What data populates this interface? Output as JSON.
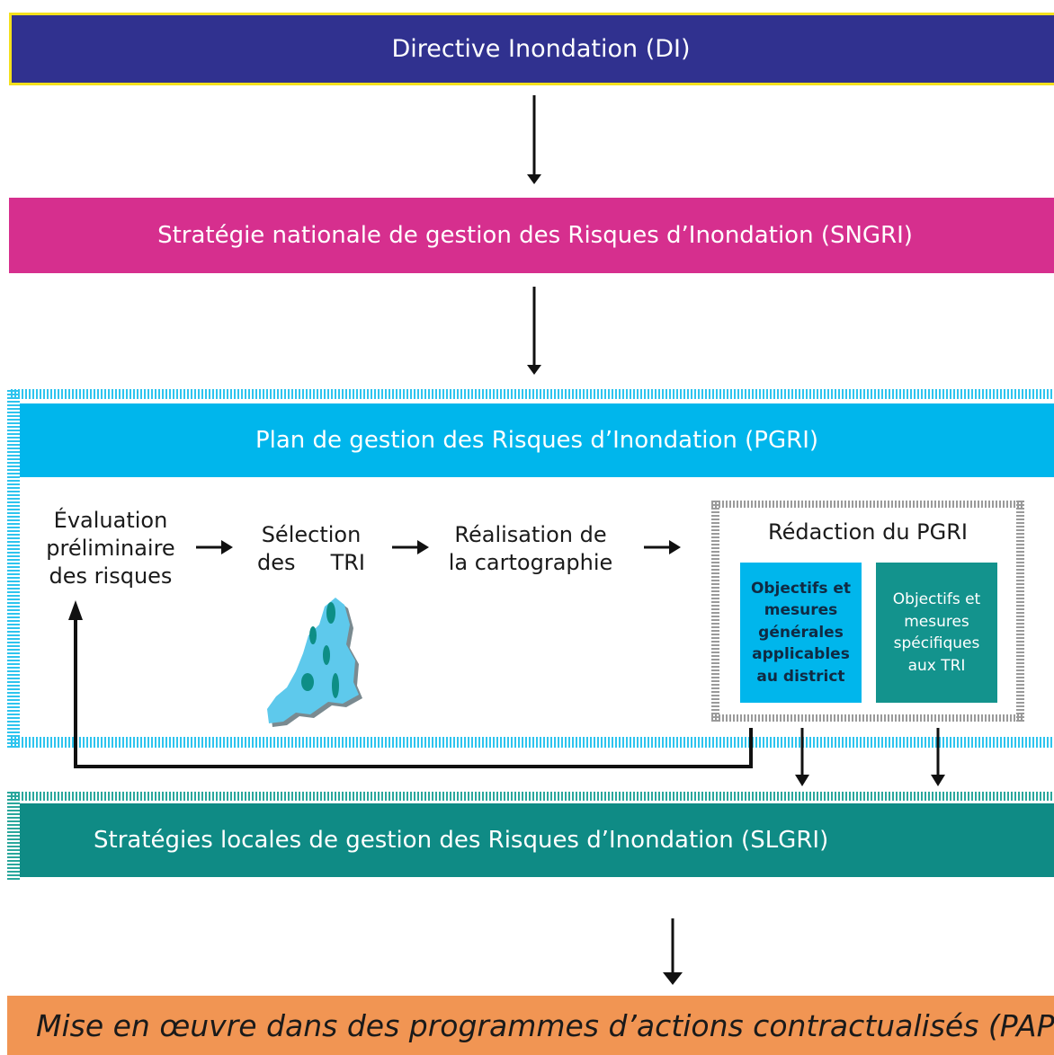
{
  "colors": {
    "di": "#30318f",
    "di_border": "#f3e01c",
    "sngri": "#d62f8e",
    "pgri": "#00b6ec",
    "slgri": "#0f8b85",
    "objectifs_gen": "#00b6ec",
    "objectifs_spec": "#13938d",
    "papi": "#f19553"
  },
  "di": {
    "label": "Directive Inondation (DI)"
  },
  "sngri": {
    "label": "Stratégie nationale de gestion des Risques d’Inondation (SNGRI)"
  },
  "pgri": {
    "label": "Plan de gestion des Risques d’Inondation (PGRI)",
    "steps": {
      "evaluation": [
        "Évaluation",
        "préliminaire",
        "des risques"
      ],
      "selection": {
        "line1": "Sélection",
        "line2a": "des",
        "line2b": "TRI"
      },
      "cartographie": [
        "Réalisation de",
        "la cartographie"
      ]
    },
    "redaction": {
      "title": "Rédaction du PGRI",
      "box_general": [
        "Objectifs et",
        "mesures",
        "générales",
        "applicables",
        "au district"
      ],
      "box_specific": [
        "Objectifs et",
        "mesures",
        "spécifiques",
        "aux TRI"
      ]
    }
  },
  "slgri": {
    "label": "Stratégies locales de gestion des Risques d’Inondation (SLGRI)"
  },
  "papi": {
    "label": "Mise en œuvre dans des programmes d’actions contractualisés (PAPI /"
  }
}
